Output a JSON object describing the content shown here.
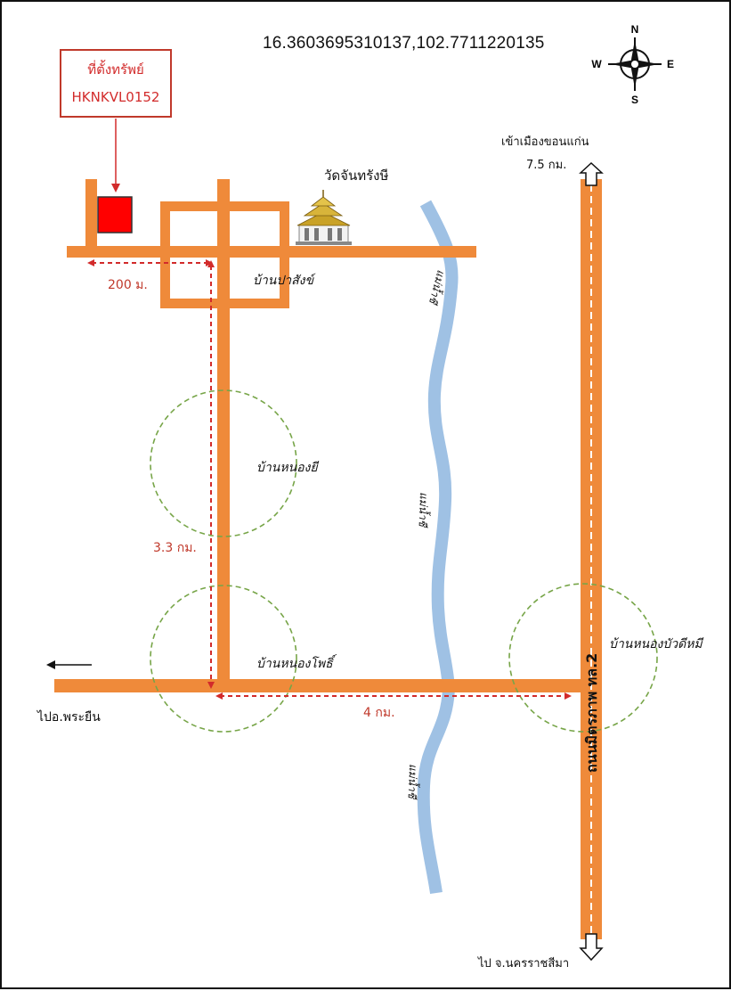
{
  "coordinates": "16.3603695310137,102.7711220135",
  "property_label": {
    "title": "ที่ตั้งทรัพย์",
    "code": "HKNKVL0152"
  },
  "compass": {
    "n": "N",
    "s": "S",
    "e": "E",
    "w": "W"
  },
  "temple": "วัดจันทรังษี",
  "villages": {
    "pa_sang": "บ้านปาสังข์",
    "nong_yi": "บ้านหนองยี",
    "nong_pho": "บ้านหนองโพธิ์",
    "nong_bua_di_mi": "บ้านหนองบัวดีหมี"
  },
  "distances": {
    "top": "200 ม.",
    "vertical": "3.3 กม.",
    "bottom": "4 กม."
  },
  "highway": "ถนนมิตรภาพ ทล.2",
  "to_khon_kaen": {
    "line1": "เข้าเมืองขอนแก่น",
    "line2": "7.5 กม."
  },
  "to_korat": "ไป จ.นครราชสีมา",
  "to_phra_yuen": "ไปอ.พระยืน",
  "river": "แม่น้ำชี",
  "colors": {
    "road": "#ef8a3a",
    "river": "#9fc1e4",
    "red": "#d22b2b",
    "circle": "#77a548"
  }
}
